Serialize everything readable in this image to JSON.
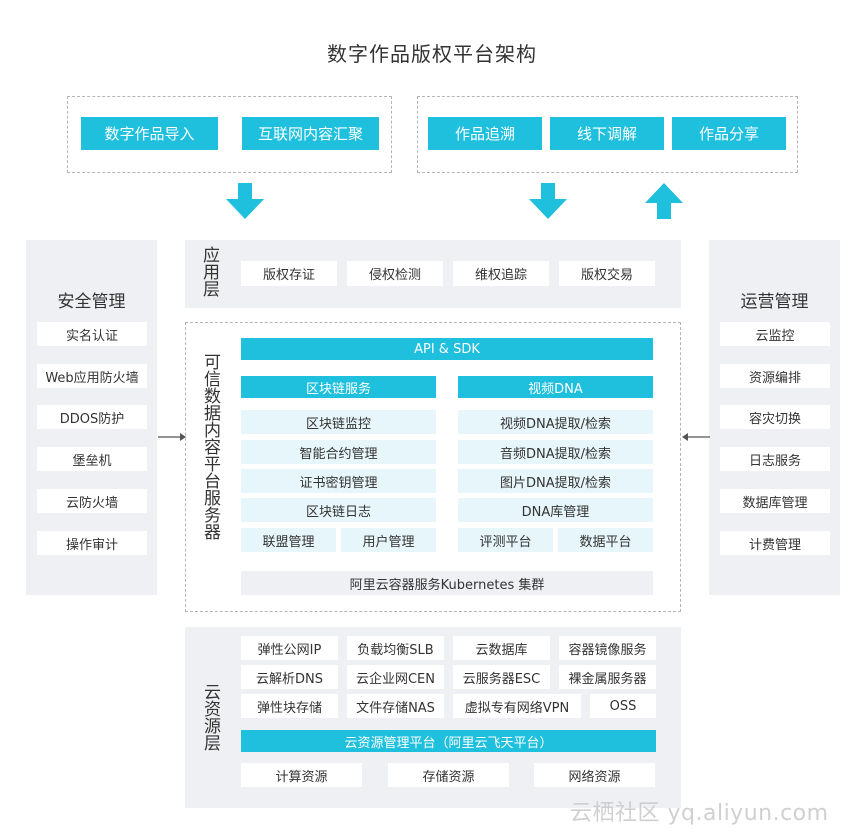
{
  "title": "数字作品版权平台架构",
  "top_left": [
    "数字作品导入",
    "互联网内容汇聚"
  ],
  "top_right": [
    "作品追溯",
    "线下调解",
    "作品分享"
  ],
  "app_layer": {
    "label": "应用层",
    "items": [
      "版权存证",
      "侵权检测",
      "维权追踪",
      "版权交易"
    ]
  },
  "left_panel": {
    "title": "安全管理",
    "items": [
      "实名认证",
      "Web应用防火墙",
      "DDOS防护",
      "堡垒机",
      "云防火墙",
      "操作审计"
    ]
  },
  "right_panel": {
    "title": "运营管理",
    "items": [
      "云监控",
      "资源编排",
      "容灾切换",
      "日志服务",
      "数据库管理",
      "计费管理"
    ]
  },
  "trusted": {
    "label": "可信数据内容平台服务器",
    "api": "API & SDK",
    "blockchain_header": "区块链服务",
    "blockchain_items": [
      "区块链监控",
      "智能合约管理",
      "证书密钥管理",
      "区块链日志"
    ],
    "blockchain_pair": [
      "联盟管理",
      "用户管理"
    ],
    "dna_header": "视频DNA",
    "dna_items": [
      "视频DNA提取/检索",
      "音频DNA提取/检索",
      "图片DNA提取/检索",
      "DNA库管理"
    ],
    "dna_pair": [
      "评测平台",
      "数据平台"
    ],
    "cluster": "阿里云容器服务Kubernetes 集群"
  },
  "cloud": {
    "label": "云资源层",
    "rows": [
      [
        "弹性公网IP",
        "负载均衡SLB",
        "云数据库",
        "容器镜像服务"
      ],
      [
        "云解析DNS",
        "云企业网CEN",
        "云服务器ESC",
        "裸金属服务器"
      ],
      [
        "弹性块存储",
        "文件存储NAS",
        "虚拟专有网络VPN",
        "OSS"
      ]
    ],
    "platform": "云资源管理平台（阿里云飞天平台）",
    "bottom": [
      "计算资源",
      "存储资源",
      "网络资源"
    ]
  },
  "watermark": "云栖社区 yq.aliyun.com",
  "colors": {
    "accent": "#1ec0de",
    "panel": "#eef0f3",
    "light": "#e7f6fa"
  }
}
